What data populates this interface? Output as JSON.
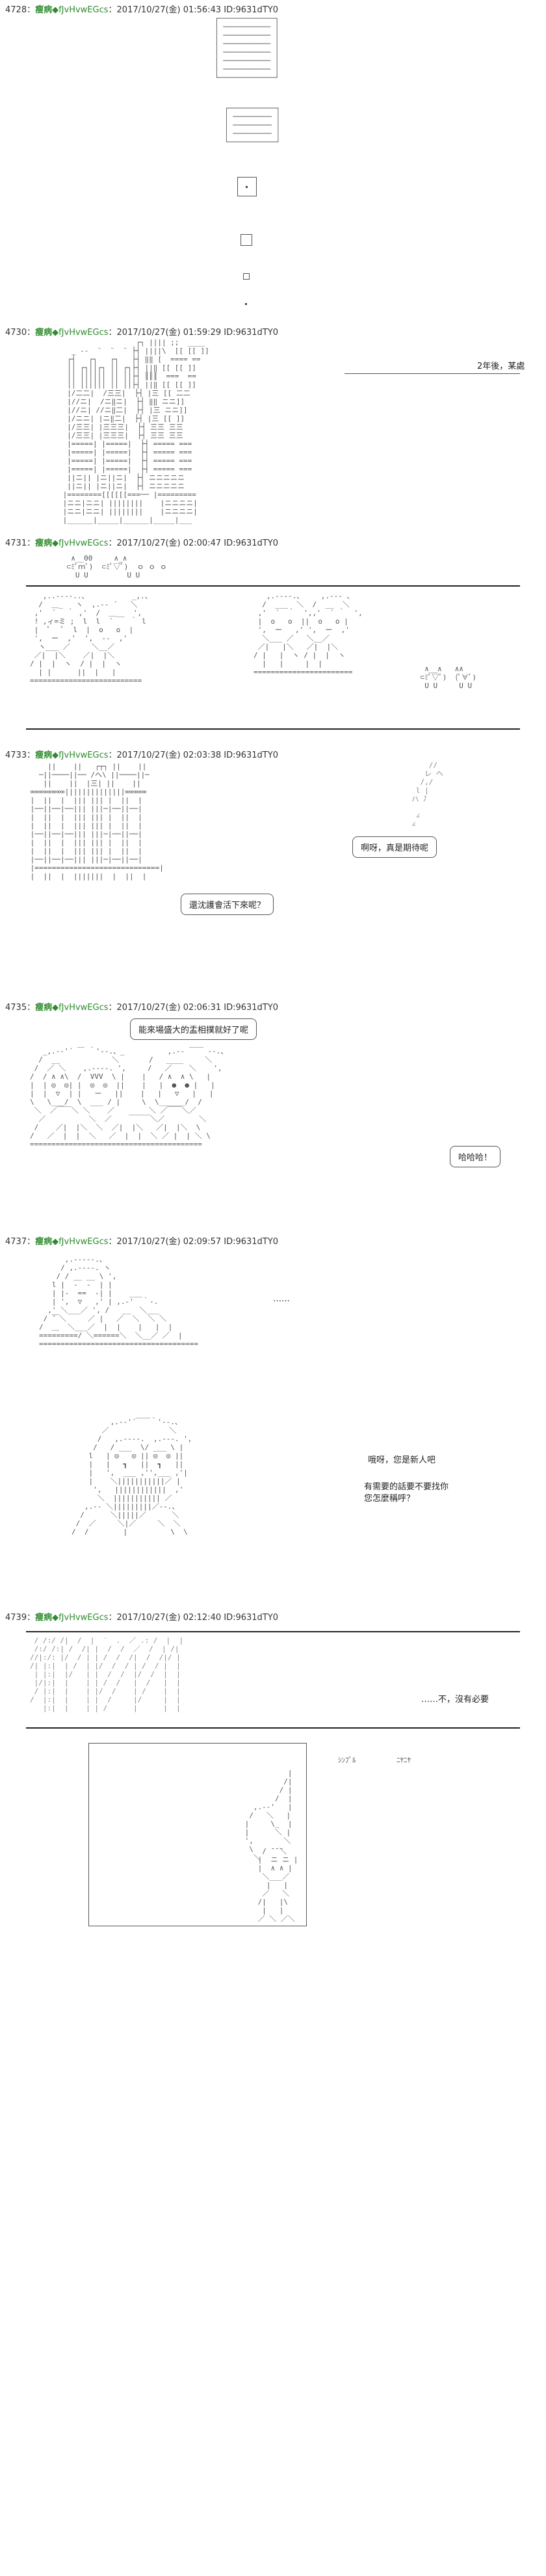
{
  "posts": [
    {
      "num": "4728：",
      "name": "瘦病",
      "trip": "◆fJvHvwEGcs",
      "meta": "：2017/10/27(金) 01:56:43 ID:9631dTY0"
    },
    {
      "num": "4730：",
      "name": "瘦病",
      "trip": "◆fJvHvwEGcs",
      "meta": "：2017/10/27(金) 01:59:29 ID:9631dTY0"
    },
    {
      "num": "4731：",
      "name": "瘦病",
      "trip": "◆fJvHvwEGcs",
      "meta": "：2017/10/27(金) 02:00:47 ID:9631dTY0"
    },
    {
      "num": "4733：",
      "name": "瘦病",
      "trip": "◆fJvHvwEGcs",
      "meta": "：2017/10/27(金) 02:03:38 ID:9631dTY0"
    },
    {
      "num": "4735：",
      "name": "瘦病",
      "trip": "◆fJvHvwEGcs",
      "meta": "：2017/10/27(金) 02:06:31 ID:9631dTY0"
    },
    {
      "num": "4737：",
      "name": "瘦病",
      "trip": "◆fJvHvwEGcs",
      "meta": "：2017/10/27(金) 02:09:57 ID:9631dTY0"
    },
    {
      "num": "4739：",
      "name": "瘦病",
      "trip": "◆fJvHvwEGcs",
      "meta": "：2017/10/27(金) 02:12:40 ID:9631dTY0"
    }
  ],
  "dialogue": {
    "two_years_later": "2年後，某處",
    "ah_nice_expected": "啊呀，真是期待呢",
    "come_again_next_time": "還沈護會活下來呢？",
    "grand_gathering": "能來場盛大的盂相撲就好了呢",
    "laugh": "哈哈哈！",
    "ellipsis": "……",
    "new_person": "哦呀，您是新人吧",
    "any_troubles": "有需要的話要不要找你您怎麼稱呼？",
    "no_need": "……不，沒有必要"
  },
  "aa": {
    "window_lines": "┌─────────────┐\n│ ─────────── │\n│ ─────────── │\n│ ─────────── │\n│ ─────────── │\n│ ─────────── │\n│ ─────────── │\n└─────────────┘",
    "window_mid": "┌───────────┐\n│ ───────── │\n│ ───────── │\n│ ───────── │\n└───────────┘",
    "city": "                  ┌┐ |||| ;;  ____\n   _ --  ¨  ¨  ¨ ├┤ ||||\\  [[ [[ ]]\n  ┌┤   ┌┐   ┌┐   ├┤ ‖‖ [  ==== ==\n  ││ ┌┐││┌┐ ││ ┌┐├┤ ||‖ [[ [[ ]]\n  ││ ││││││ ││ ││├┤ ║║║  ===  ==\n  ││ ││││││ ││ ││├┤ ||‖ [[ [[ ]]\n  |/二二|  /三三|  ├┤ |三 [[ 二二\n  |//ニ|  /ニ‖ニ|  ├┤ ‖‖ ニニ]]\n  |//ニ| //ニ‖二|  ├┤ |三 ニニ]]\n  |/ニニ| |ニ‖二|  ├┤ |三 [[ ]]\n  |/三三| |三三三|  ├┤ 三三 三三\n  |/三三| |三三三|  ├┤ 三三 三三\n  |=====| |=====|  ├┤ ===== ===\n  |=====| |=====|  ├┤ ===== ===\n  |=====| |=====|  ├┤ ===== ===\n  |=====| |=====|  ├┤ ===== ===\n  ||ニ|| |ニ||ニ|  ├┤ ニニニニニ\n  ||ニ|| |ニ||ニ|  ├┤ ニニニニニ\n |========[[[[[[===── |=========\n |ニニ|ニニ| ||||||||    |ニニニニ|\n |ニニ|ニニ| ||||||||    |ニニニニ|\n |______|_____|______|_____|___",
    "small_chars_a": "  ∧__00     ∧_∧\n ⊂ﾐﾟｍﾟ)  ⊂ﾐﾟ▽ﾟ)  ｏ ｏ ｏ\n   U U         U U",
    "crowd_left": "   ,..-‐‐-..、          _,.、\n  /  ＿_   ヽ  ,.-‐ ´   ＼\n ,'  ´　 ｀ ,'  /  ＿__  ',\n ! ,ィ=ミ ;  l  l  ´    ｀ l\n |  ﾟ   ﾟ  l  |  o   o  |\n ',  ー  ,'  ',  ‐‐  ,'\n  ヽ___ ／     ＼__／\n ／|  |＼    ／|  |＼\n/ |  |  ヽ  / |  |  ヽ\n  | |      ||  |   |\n==========================",
    "crowd_right": "   ,.-‐‐-.、    ,.-‐- 、\n  /  ___  ＼  /  __  ＼\n ,'  ´  ｀  ',,'  ´ ｀  ',\n |  o   o  ||  o   o |\n ',  ー   ,' ',  ー  ,'\n  ＼___ ／   ＼__／\n ／|   |＼   ／|  |＼\n/ |   |  ヽ / |  |  ヽ\n  |   |     |  |\n=======================",
    "arena": "     ||    ||   ┌┬┐ ||    ||\n   ─||────||── /ヘ\\ ||────||─\n    ||    ||  |三| ||    ||\n ∞∞∞∞∞∞∞∞||||||||||||||∞∞∞∞∞\n |  ||  |  ||| ||| |  ||  |\n |──||──|──||| |||─|──||──|\n |  ||  |  ||| ||| |  ||  |\n |  ||  |  ||| ||| |  ||  |\n |──||──|──||| |||─|──||──|\n |  ||  |  ||| ||| |  ||  |\n |  ||  |  ||| ||| |  ||  |\n |──||──|──||| |||─|──||──|\n |=============================|\n |  ||  |  |||||||  |  ||  |",
    "arena_side": "      //\n     レ ヘ\n    /,/\n   l |\n  ハ ̄ﾉ\n\n   ∠\n  ∠\n\n   //\n  ハ ヘ",
    "big_faces": "   _,.-‐'´ ￣ ｀'‐-.、_          ,.-‐ ￣￣ ‐-.、\n  /  __            ＼       /   ____     ＼\n /  ／ ＼    ,.-‐‐-. ',     /   ／    ＼    ',\n/  / ∧ ∧\\  /  VVV  \\ |    |   / ∧  ∧ \\   |\n|  | ◎  ◎| |  ◎  ◎  ||    |   |  ●  ● |   |\n|  |  ▽  | |   ー   ||    |   |   ▽   |   |\n\\   \\___/  \\  ___ / |     \\  \\______/  /\n ＼  ／￣￣＼ ＼    ／        ＼ ／￣￣＼／\n  ／          ＼  ／    ￣￣￣＼／        ＼\n /    ／|  |＼  ＼  ／|  |＼   ／|  |＼  \\\n/   ／  |  |  ＼   ／  |  |  ＼ ／ |  | ＼ \\\n========================================",
    "reclining": "      ,.-‐‐‐-.、\n     / ,.-‐‐-. ヽ\n    / / __ __ \\ ',\n   l |  ‐  ‐  | |\n   | |-  ==  -| |    ___\n   | ',  ▽   ,' | ,.-'  ｀‐.\n  ,' ＼___／ ', /   __  ＼___\n / ̄￣＼     ／ |   ／  ＼  ＼ ＼\n/  ＿  ＼___／  |  |    |   |  |\n=========/ ＼======＼  ＼__／ ／  |\n=====================================",
    "bearded": "         ,.-‐'´￣￣｀'‐-.、\n       ／              ＼\n      /   ,.-‐‐-.  ,.-‐-. ',\n     /   / ___  \\/ ___ \\ |\n    l   | ◎   ◎ || ◎  ◎ ||\n    |   |   ┓   ||  ┓   ||\n    |   ',  ___ ,'',___ ,'|\n    |    ＼|||||||||||／ |\n     ',   ||||||||||||  ,'\n      ＼  ||||||||||| ／\n   ,.-‐ ＼|||||||||／‐-.、\n  /      ＼|||||／      ＼\n /  ／     ＼|／     ＼  ＼\n/  /        |          \\  \\",
    "forest": " / /:/ /|  /  |  ′  .  ／ .: /  |  |\n /:/ /:| /  /| |  /  /  ／  /  | /|\n//|:/: |/  / | | /  /  /|  /  /|/ |\n/| |:|  | /  | |/  /  / | /  / |  |\n | |:|  |/   | |  /  /  |/  /  |  |\n |/|:|  |    | | /  /   |  /   |  |\n / |:|  |    | |/  /    | /    |  |\n/  |:|  |    | |  /     |/     |  |\n   |:|  |    | | /      |      |  |",
    "hand_figure": "           |\n          /|\n         / |\n        /  |\n   ,.-‐'   |\n  /   ＼   |\n |     \\_  |\n |      ＼ |\n ',       ＼\n  \\\n   ＼\n",
    "small_seated": "  ∧__∧   ∧∧\n ⊂ﾐﾟ▽ﾟ)  (ﾟ∀ﾟ)\n  U U     U U",
    "bottom_figure": "  / ̄ ̄ ̄＼\n |  ニ ニ |\n |  ∧ ∧ |\n  ＼___／\n   |   |\n  ／   ＼\n /|   |\\\n  |   |\n ／ ＼ ／＼"
  },
  "chat_label": "ｼﾝﾌﾟﾙ",
  "note": "ﾆﾔﾆﾔ"
}
